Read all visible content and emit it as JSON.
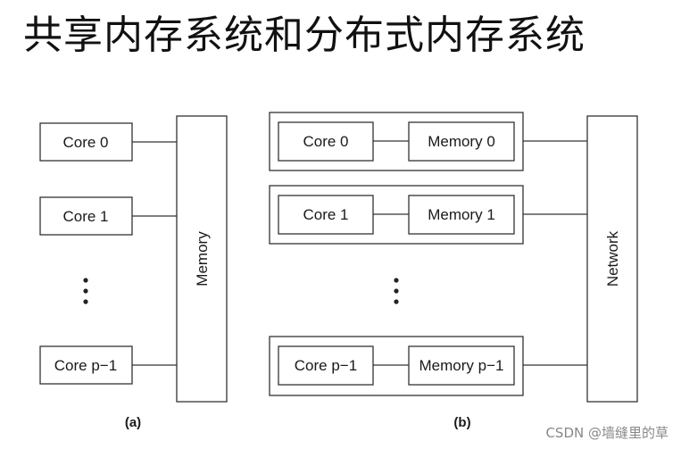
{
  "title": "共享内存系统和分布式内存系统",
  "diagram_a": {
    "cores": [
      "Core 0",
      "Core 1",
      "Core p−1"
    ],
    "memory": "Memory",
    "caption": "(a)"
  },
  "diagram_b": {
    "nodes": [
      {
        "core": "Core 0",
        "memory": "Memory 0"
      },
      {
        "core": "Core 1",
        "memory": "Memory 1"
      },
      {
        "core": "Core p−1",
        "memory": "Memory p−1"
      }
    ],
    "network": "Network",
    "caption": "(b)"
  },
  "watermark": "CSDN @墙缝里的草"
}
